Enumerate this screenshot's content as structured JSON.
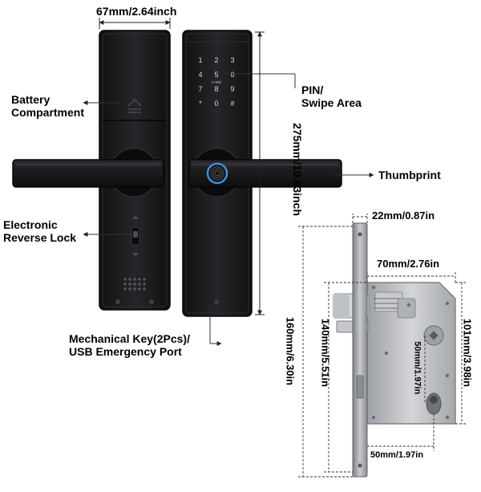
{
  "lock_dimensions": {
    "width": "67mm/2.64inch",
    "height": "275mm/10.83inch"
  },
  "callouts": {
    "battery_line1": "Battery",
    "battery_line2": "Compartment",
    "pin_line1": "PIN/",
    "pin_line2": "Swipe Area",
    "thumbprint": "Thumbprint",
    "reverse_line1": "Electronic",
    "reverse_line2": "Reverse Lock",
    "key_line1": "Mechanical Key(2Pcs)/",
    "key_line2": "USB Emergency Port"
  },
  "keypad": {
    "keys": [
      "1",
      "2",
      "3",
      "4",
      "5",
      "6",
      "7",
      "8",
      "9",
      "*",
      "0",
      "#"
    ],
    "card_label": "CARD"
  },
  "mortise_dimensions": {
    "faceplate_width": "22mm/0.87in",
    "body_width": "70mm/2.76in",
    "body_height": "101mm/3.98in",
    "faceplate_height": "160mm/6.30in",
    "case_height": "140mm/5.51in",
    "backset_vertical": "50mm/1.97in",
    "backset_horizontal": "50mm/1.97in"
  },
  "colors": {
    "lock_body": "#1e1e20",
    "lock_edge": "#0c0c0d",
    "metal": "#b9bcc0",
    "metal_dark": "#8d9094",
    "fingerprint_ring": "#3f8fe0"
  }
}
